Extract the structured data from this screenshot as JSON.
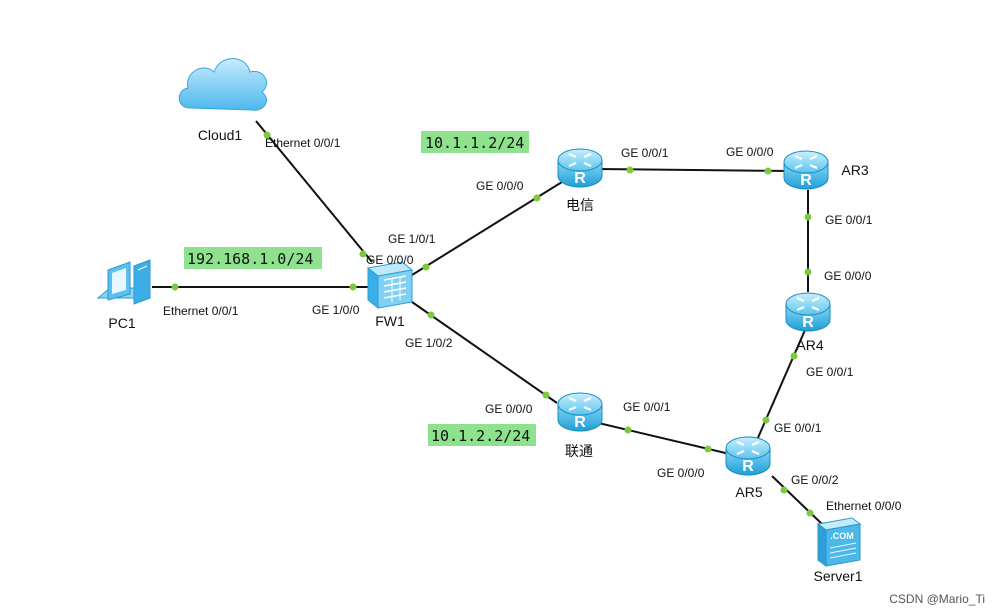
{
  "colors": {
    "link": "#111111",
    "port_dot": "#7cc93c",
    "subnet_bg": "#8ee28e",
    "router_fill": "#38b6e6",
    "cloud_fill": "#74cbf1"
  },
  "devices": {
    "cloud1": "Cloud1",
    "pc1": "PC1",
    "fw1": "FW1",
    "dianxin": "电信",
    "liantong": "联通",
    "ar3": "AR3",
    "ar4": "AR4",
    "ar5": "AR5",
    "server1": "Server1"
  },
  "ports": {
    "cloud1_eth": "Ethernet 0/0/1",
    "pc1_eth": "Ethernet 0/0/1",
    "fw1_ge100": "GE 1/0/0",
    "fw1_ge000": "GE 0/0/0",
    "fw1_ge101": "GE 1/0/1",
    "fw1_ge102": "GE 1/0/2",
    "dx_ge000": "GE 0/0/0",
    "dx_ge001": "GE 0/0/1",
    "ar3_ge000": "GE 0/0/0",
    "ar3_ge001": "GE 0/0/1",
    "ar4_ge000": "GE 0/0/0",
    "ar4_ge001": "GE 0/0/1",
    "lt_ge000": "GE 0/0/0",
    "lt_ge001": "GE 0/0/1",
    "ar5_ge000": "GE 0/0/0",
    "ar5_ge001": "GE 0/0/1",
    "ar5_ge002": "GE 0/0/2",
    "server1_eth": "Ethernet 0/0/0"
  },
  "subnets": {
    "dianxin": "10.1.1.2/24",
    "lan": "192.168.1.0/24",
    "liantong": "10.1.2.2/24"
  },
  "watermark": "CSDN @Mario_Ti",
  "icons": [
    "cloud-icon",
    "pc-icon",
    "firewall-icon",
    "router-icon",
    "server-icon"
  ]
}
